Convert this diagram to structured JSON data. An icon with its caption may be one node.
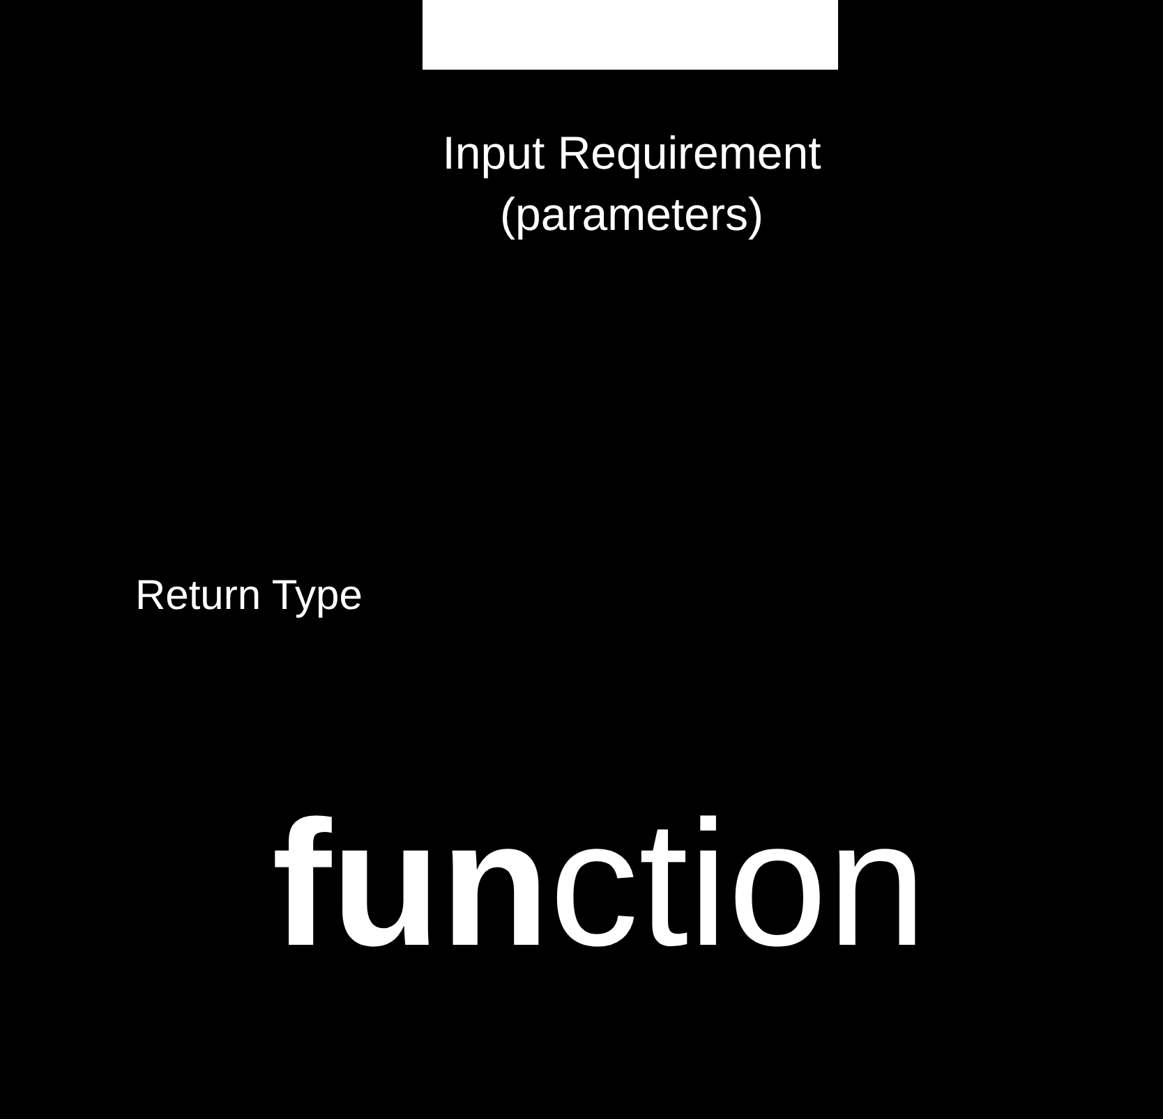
{
  "diagram": {
    "labels": [
      "Input Requirement (parameters)",
      "Return Type",
      "**fun**ction"
    ]
  }
}
